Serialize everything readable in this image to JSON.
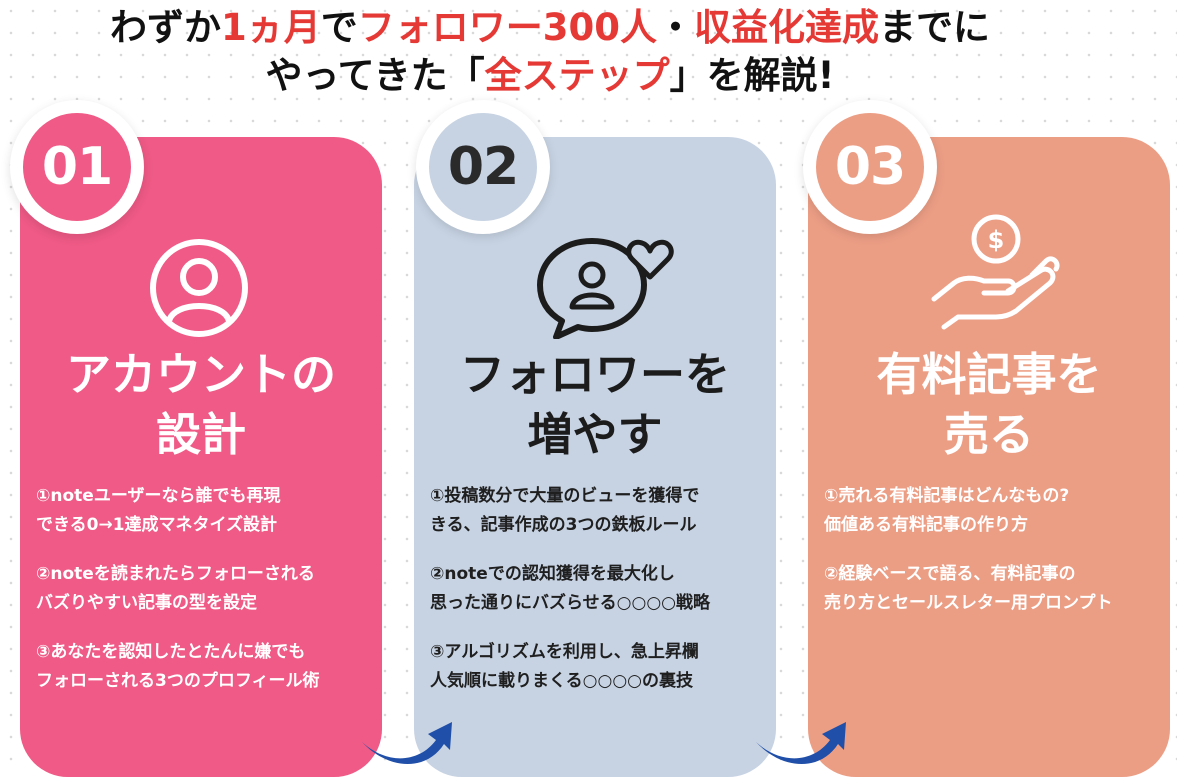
{
  "headline": {
    "line1": [
      {
        "text": "わずか",
        "accent": false
      },
      {
        "text": "1ヵ月",
        "accent": true
      },
      {
        "text": "で",
        "accent": false
      },
      {
        "text": "フォロワー300人",
        "accent": true
      },
      {
        "text": "・",
        "accent": false
      },
      {
        "text": "収益化達成",
        "accent": true
      },
      {
        "text": "までに",
        "accent": false
      }
    ],
    "line2": [
      {
        "text": "やってきた「",
        "accent": false
      },
      {
        "text": "全ステップ",
        "accent": true
      },
      {
        "text": "」を解説!",
        "accent": false
      }
    ]
  },
  "colors": {
    "accent_red": "#e53935",
    "card1": "#ef5a86",
    "card2": "#c7d3e3",
    "card3": "#ec9e85",
    "arrow_blue": "#1f4fa8"
  },
  "steps": [
    {
      "number": "01",
      "icon": "user-circle-icon",
      "title_line1": "アカウントの",
      "title_line2": "設計",
      "items": [
        "①noteユーザーなら誰でも再現\nできる0→1達成マネタイズ設計",
        "②noteを読まれたらフォローされる\nバズりやすい記事の型を設定",
        "③あなたを認知したとたんに嫌でも\nフォローされる3つのプロフィール術"
      ]
    },
    {
      "number": "02",
      "icon": "speech-bubble-user-heart-icon",
      "title_line1": "フォロワーを",
      "title_line2": "増やす",
      "items": [
        "①投稿数分で大量のビューを獲得で\nきる、記事作成の3つの鉄板ルール",
        "②noteでの認知獲得を最大化し\n思った通りにバズらせる○○○○戦略",
        "③アルゴリズムを利用し、急上昇欄\n人気順に載りまくる○○○○の裏技"
      ]
    },
    {
      "number": "03",
      "icon": "hand-coin-icon",
      "title_line1": "有料記事を",
      "title_line2": "売る",
      "items": [
        "①売れる有料記事はどんなもの?\n価値ある有料記事の作り方",
        "②経験ベースで語る、有料記事の\n売り方とセールスレター用プロンプト"
      ]
    }
  ]
}
